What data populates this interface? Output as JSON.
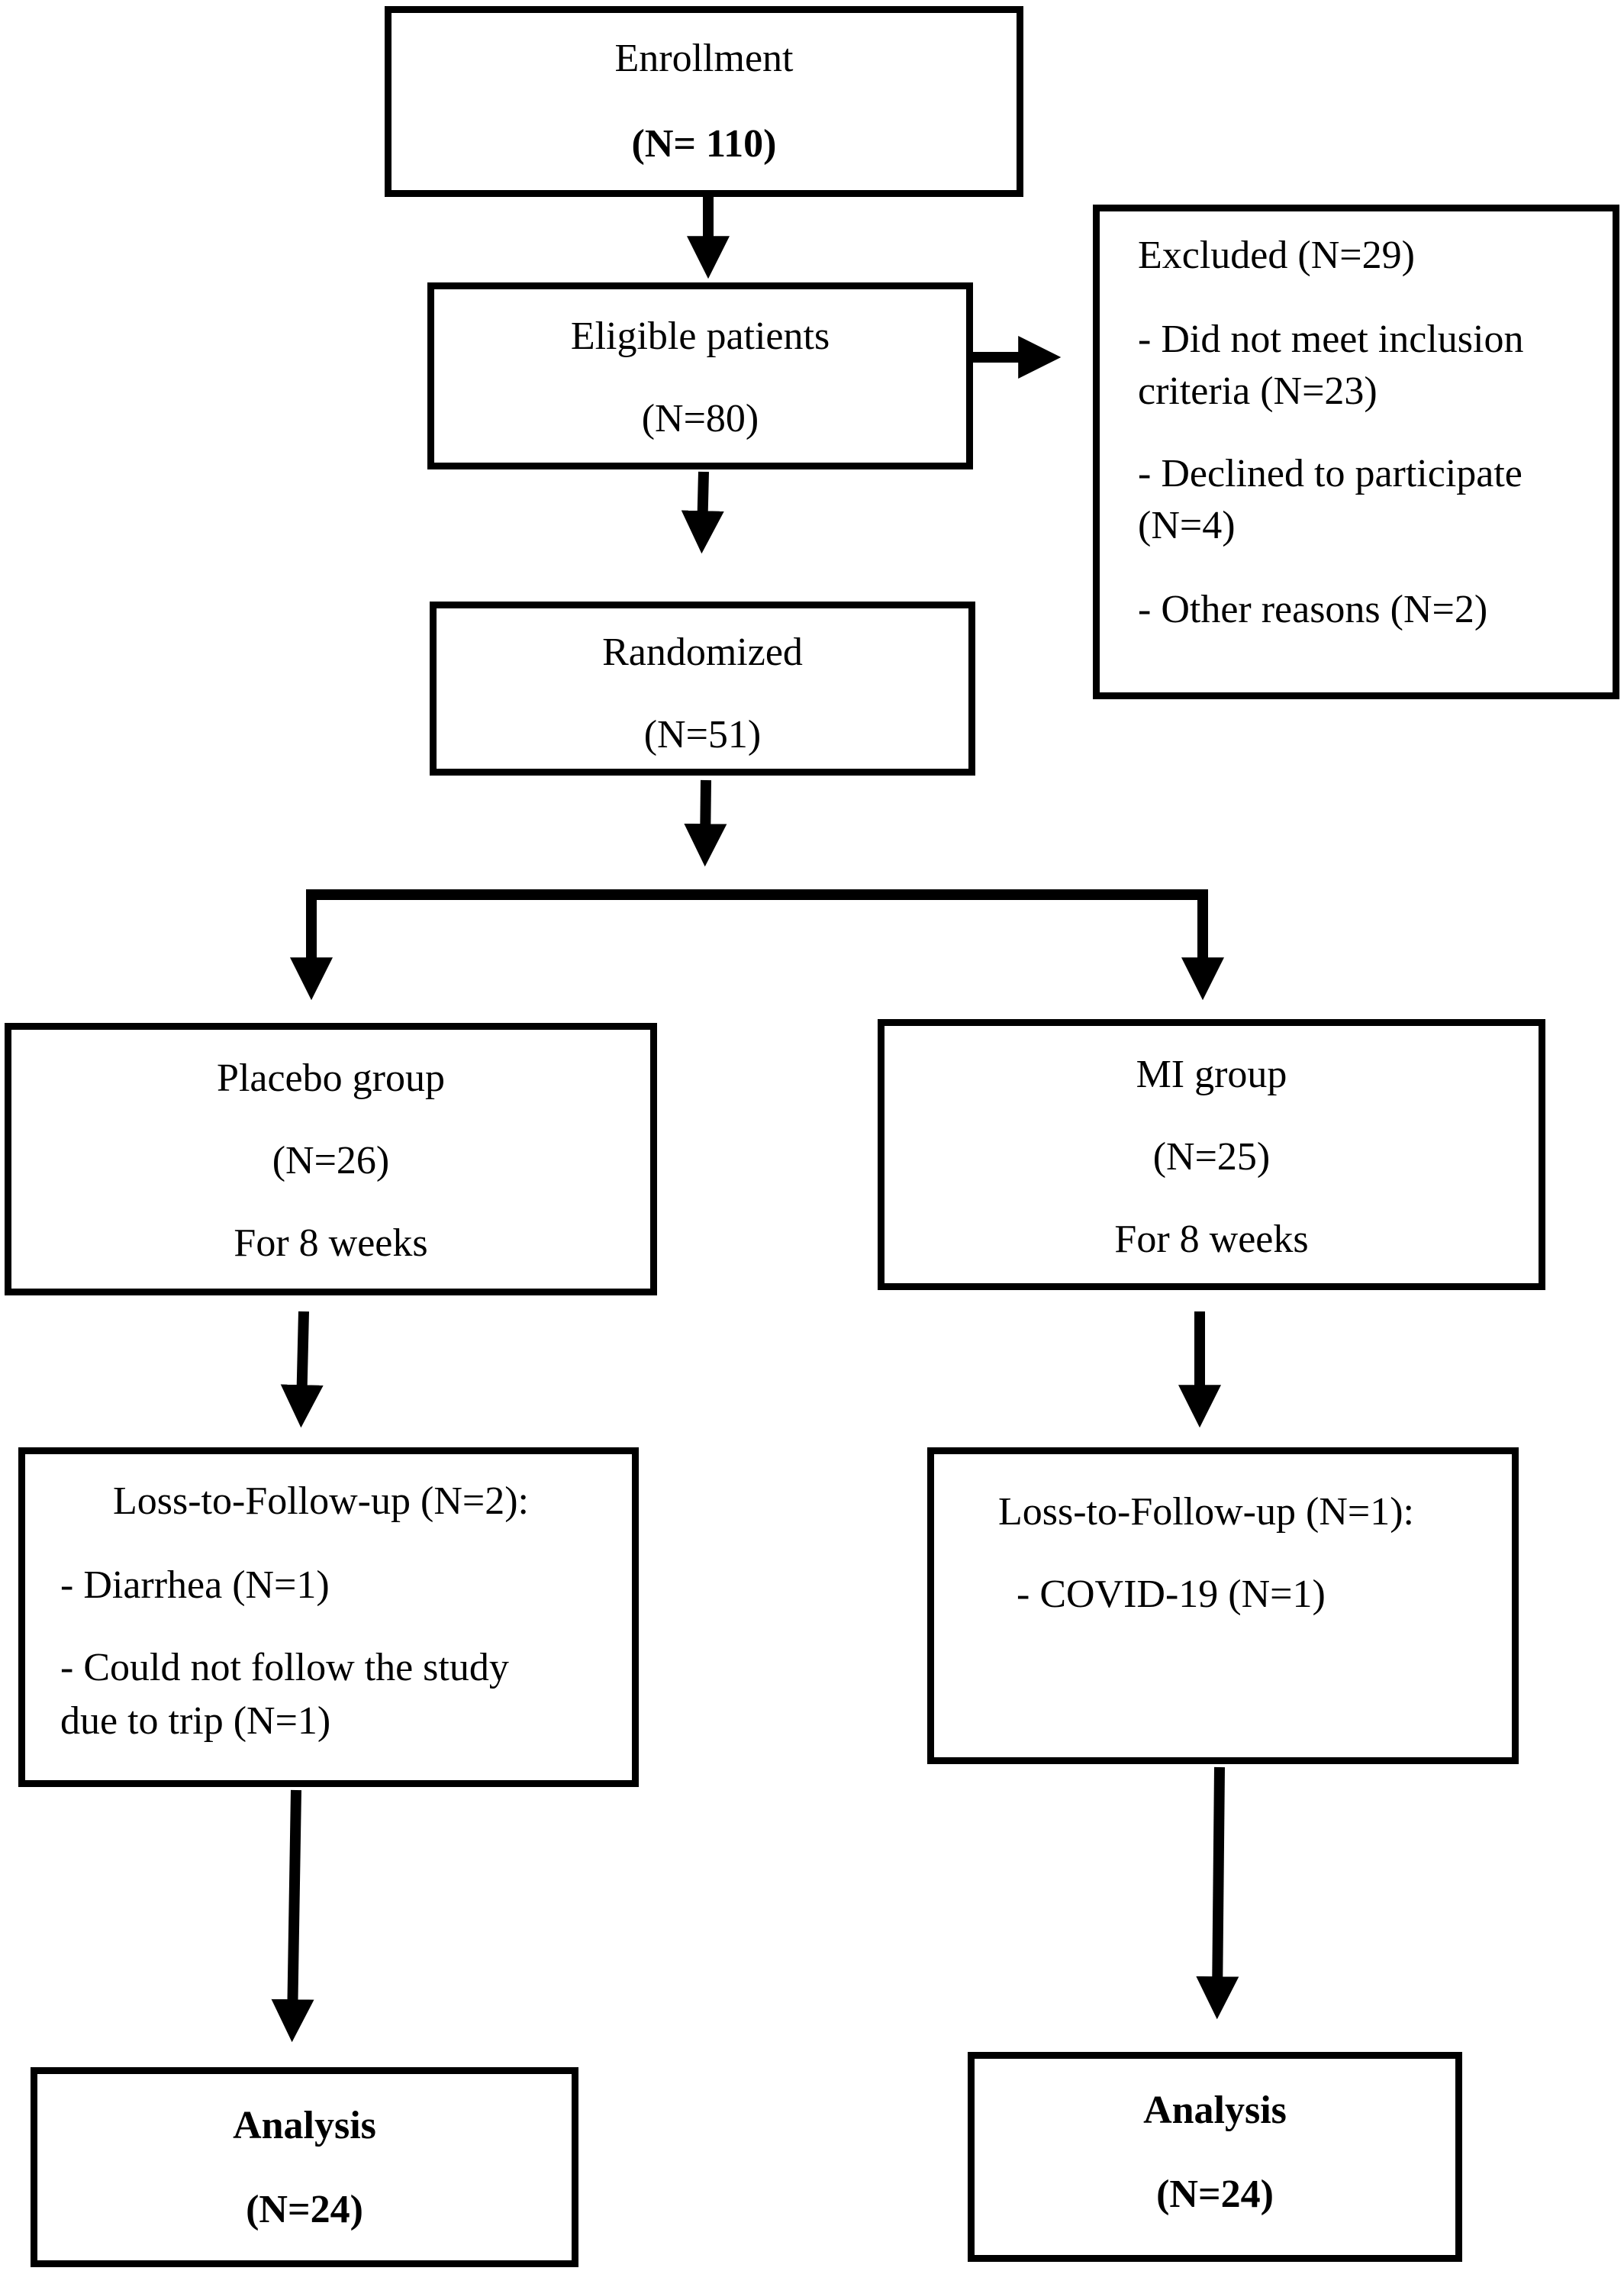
{
  "enrollment": {
    "label": "Enrollment",
    "count": "(N= 110)"
  },
  "eligible": {
    "label": "Eligible patients",
    "count": "(N=80)"
  },
  "excluded": {
    "title": "Excluded (N=29)",
    "reason1_line1": "- Did not meet inclusion",
    "reason1_line2": "criteria (N=23)",
    "reason2_line1": "- Declined to participate",
    "reason2_line2": "(N=4)",
    "reason3": "- Other reasons (N=2)"
  },
  "randomized": {
    "label": "Randomized",
    "count": "(N=51)"
  },
  "placebo": {
    "label": "Placebo group",
    "count": "(N=26)",
    "duration": "For 8 weeks"
  },
  "mi": {
    "label": "MI group",
    "count": "(N=25)",
    "duration": "For 8 weeks"
  },
  "placebo_loss": {
    "title": "Loss-to-Follow-up (N=2):",
    "reason1": "- Diarrhea (N=1)",
    "reason2_line1": "- Could not follow the study",
    "reason2_line2": "due to trip (N=1)"
  },
  "mi_loss": {
    "title": "Loss-to-Follow-up (N=1):",
    "reason1": "- COVID-19 (N=1)"
  },
  "placebo_analysis": {
    "label": "Analysis",
    "count": "(N=24)"
  },
  "mi_analysis": {
    "label": "Analysis",
    "count": "(N=24)"
  }
}
